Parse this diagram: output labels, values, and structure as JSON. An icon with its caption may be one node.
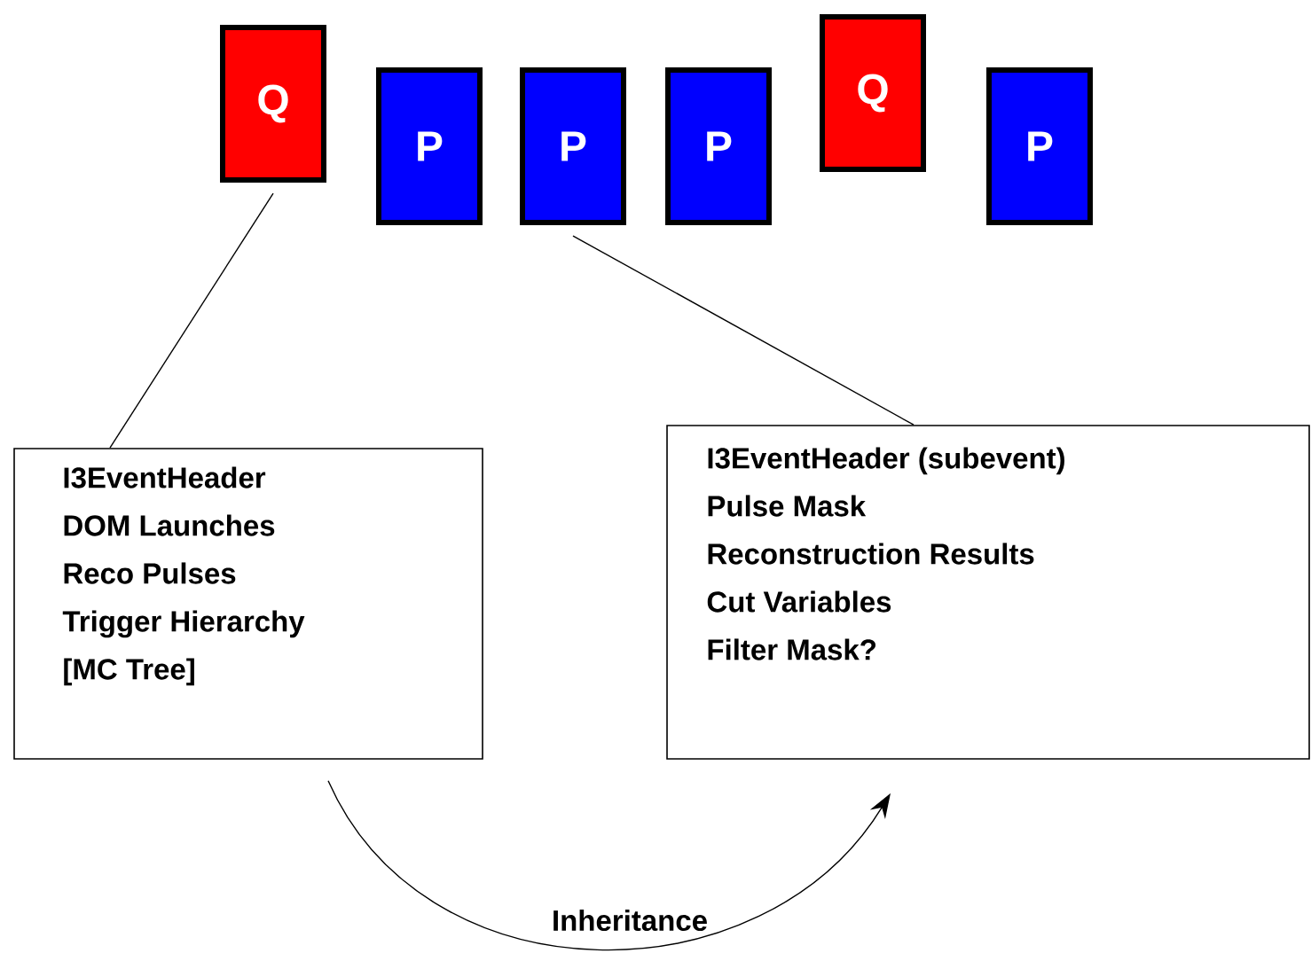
{
  "diagram": {
    "nodes": [
      {
        "text": [
          "Q"
        ]
      },
      {
        "text": [
          "P"
        ]
      },
      {
        "text": [
          "P"
        ]
      },
      {
        "text": [
          "P"
        ]
      },
      {
        "text": [
          "Q"
        ]
      },
      {
        "text": [
          "P"
        ]
      },
      {
        "text": [
          "I3EventHeader",
          "DOM Launches",
          "Reco Pulses",
          "Trigger Hierarchy",
          "[MC Tree]"
        ]
      },
      {
        "text": [
          "I3EventHeader (subevent)",
          "Pulse Mask",
          "Reconstruction Results",
          "Cut Variables",
          "Filter Mask?"
        ]
      }
    ],
    "edges": [
      {
        "from": 0,
        "to": 6,
        "arrow": "none"
      },
      {
        "from": 2,
        "to": 7,
        "arrow": "none"
      },
      {
        "from": 6,
        "to": 7,
        "arrow": "to",
        "label": "Inheritance"
      }
    ]
  }
}
